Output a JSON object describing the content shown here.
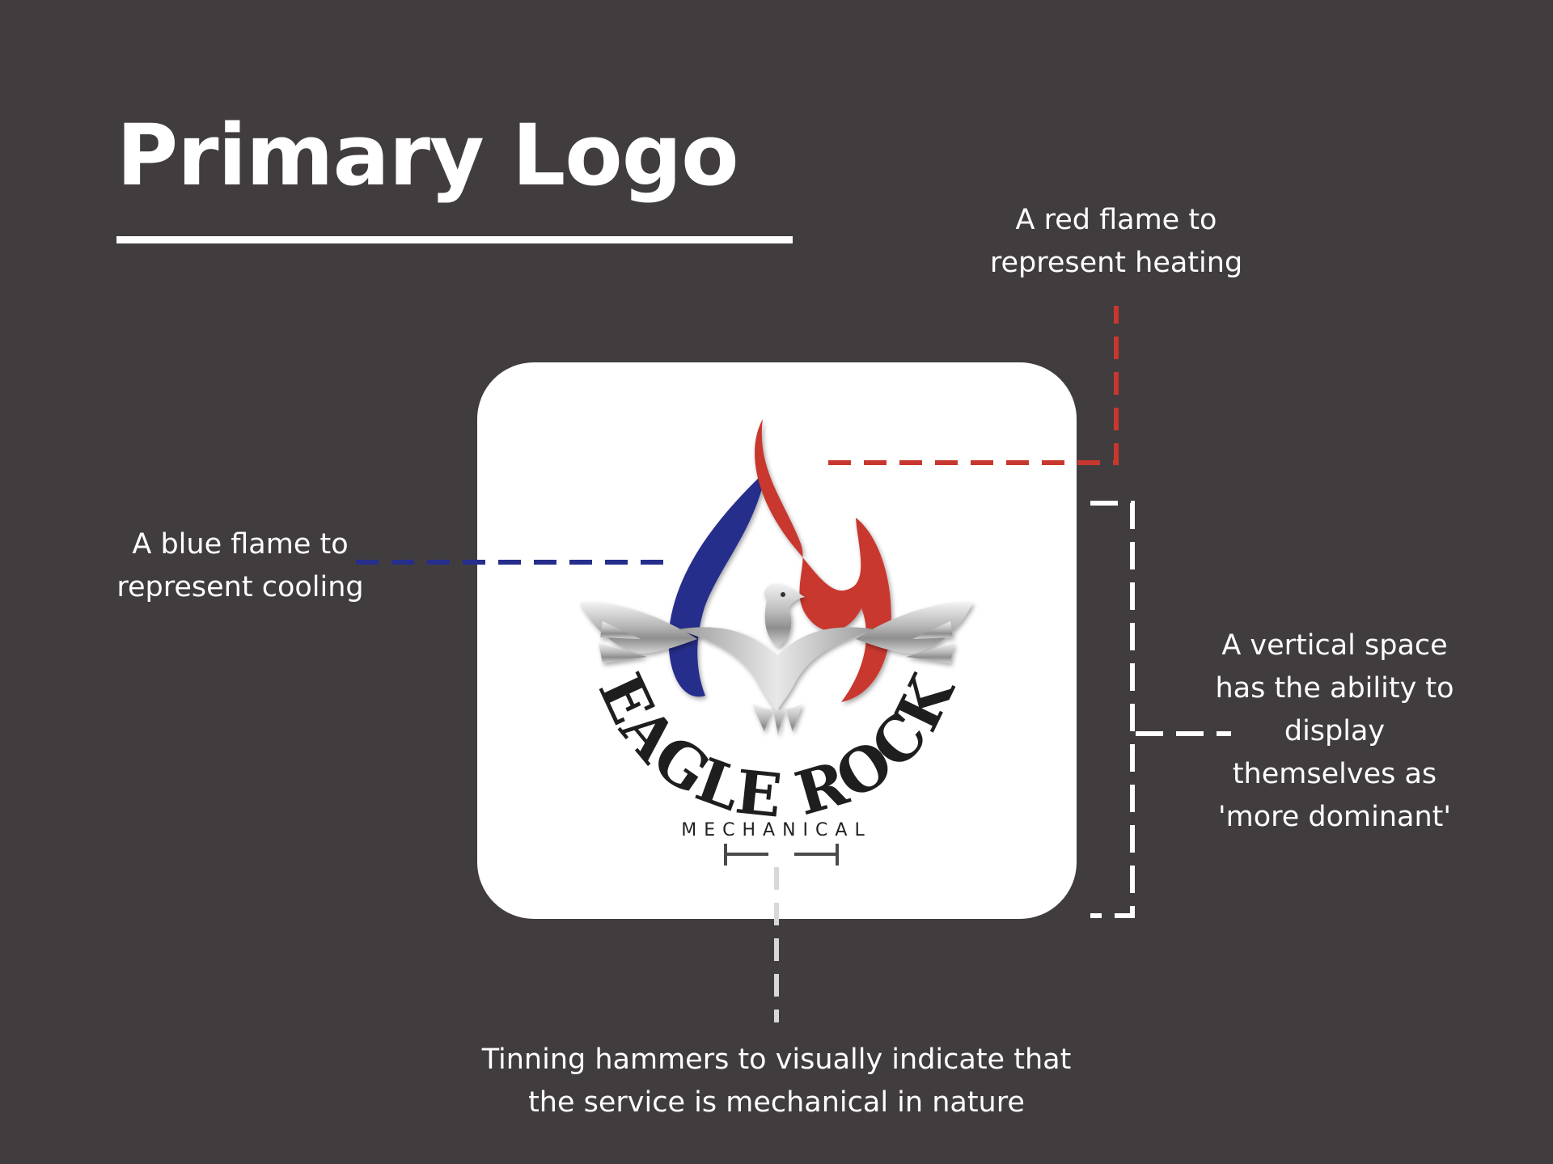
{
  "title": "Primary Logo",
  "logo": {
    "brand_text": "EAGLE ROCK",
    "tagline": "MECHANICAL"
  },
  "annotations": {
    "red_flame": "A red flame to\nrepresent heating",
    "blue_flame": "A blue flame to\nrepresent cooling",
    "vertical_space": "A vertical space\nhas the ability to\ndisplay\nthemselves as\n'more dominant'",
    "hammers": "Tinning hammers to visually indicate that\nthe service is mechanical in nature"
  },
  "colors": {
    "background": "#413d3e",
    "red": "#c8372d",
    "blue": "#262e8c",
    "white": "#ffffff",
    "grey_leader": "#d8d8d8"
  }
}
